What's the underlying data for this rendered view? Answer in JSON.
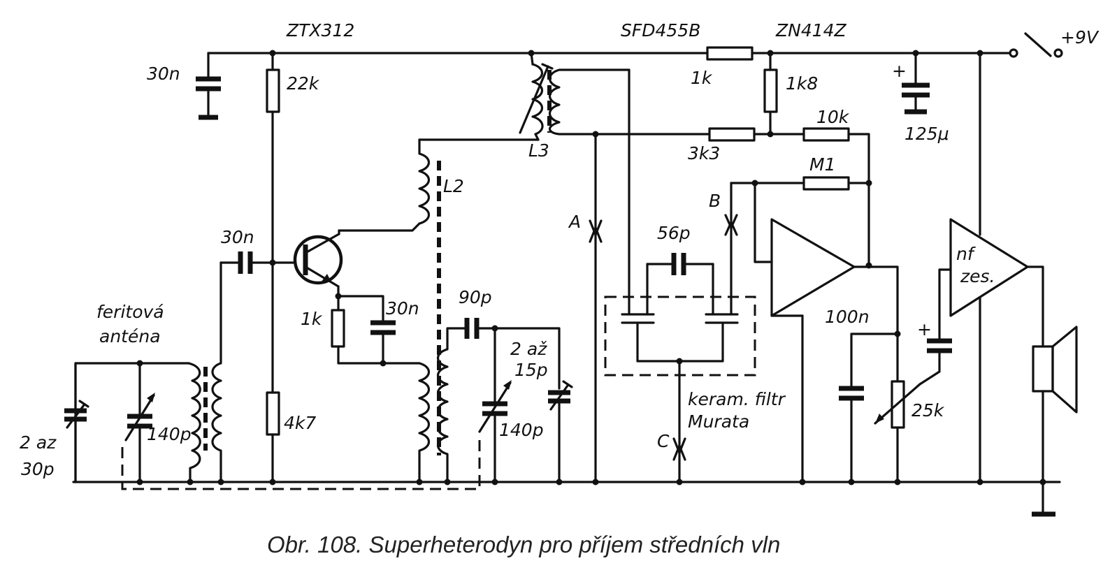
{
  "labels": {
    "ztx312": "ZTX312",
    "sfd455b": "SFD455B",
    "zn414z": "ZN414Z",
    "supply": "+9V",
    "c_30n_top": "30n",
    "r_22k": "22k",
    "r_1k_top": "1k",
    "r_1k8": "1k8",
    "r_10k": "10k",
    "c_125u": "125μ",
    "l3": "L3",
    "r_3k3": "3k3",
    "r_m1": "M1",
    "l2": "L2",
    "point_a": "A",
    "point_b": "B",
    "point_c": "C",
    "c_56p": "56p",
    "c_30n_left": "30n",
    "c_30n_emitter": "30n",
    "r_1k_emitter": "1k",
    "c_90p": "90p",
    "trim_2az_15p_line1": "2 až",
    "trim_2az_15p_line2": "15p",
    "c_140p_osc": "140p",
    "c_100n": "100n",
    "pot_25k": "25k",
    "amp_line1": "nf",
    "amp_line2": "zes.",
    "antenna_line1": "feritová",
    "antenna_line2": "anténa",
    "trim_2az_30p_line1": "2 az",
    "trim_2az_30p_line2": "30p",
    "c_140p_ant": "140p",
    "r_4k7": "4k7",
    "filter_line1": "keram. filtr",
    "filter_line2": "Murata",
    "plus_125u": "+",
    "plus_coupling": "+"
  },
  "caption": "Obr. 108. Superheterodyn pro příjem středních vln"
}
